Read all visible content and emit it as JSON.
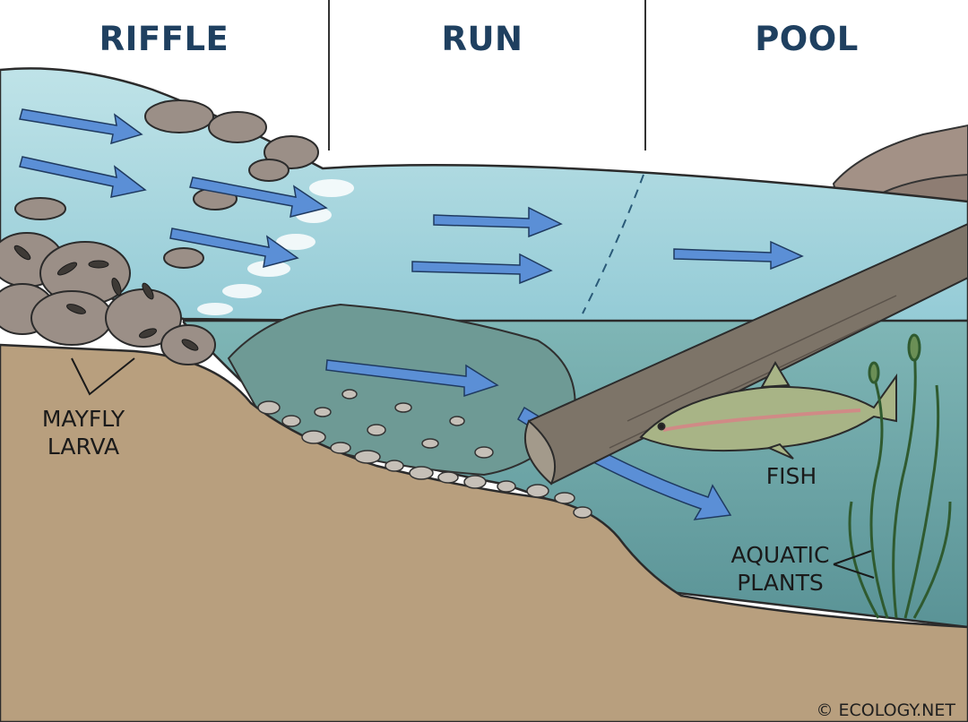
{
  "sections": [
    "RIFFLE",
    "RUN",
    "POOL"
  ],
  "labels": {
    "mayfly_line1": "MAYFLY",
    "mayfly_line2": "LARVA",
    "fish": "FISH",
    "plants_line1": "AQUATIC",
    "plants_line2": "PLANTS"
  },
  "copyright": "© ECOLOGY.NET",
  "colors": {
    "title": "#1f4060",
    "water_surface": "#a9d8df",
    "water_deep": "#6aa6a8",
    "sediment": "#b89f7e",
    "flow_arrow": "#5b8fd6",
    "rock": "#9b8f87"
  }
}
